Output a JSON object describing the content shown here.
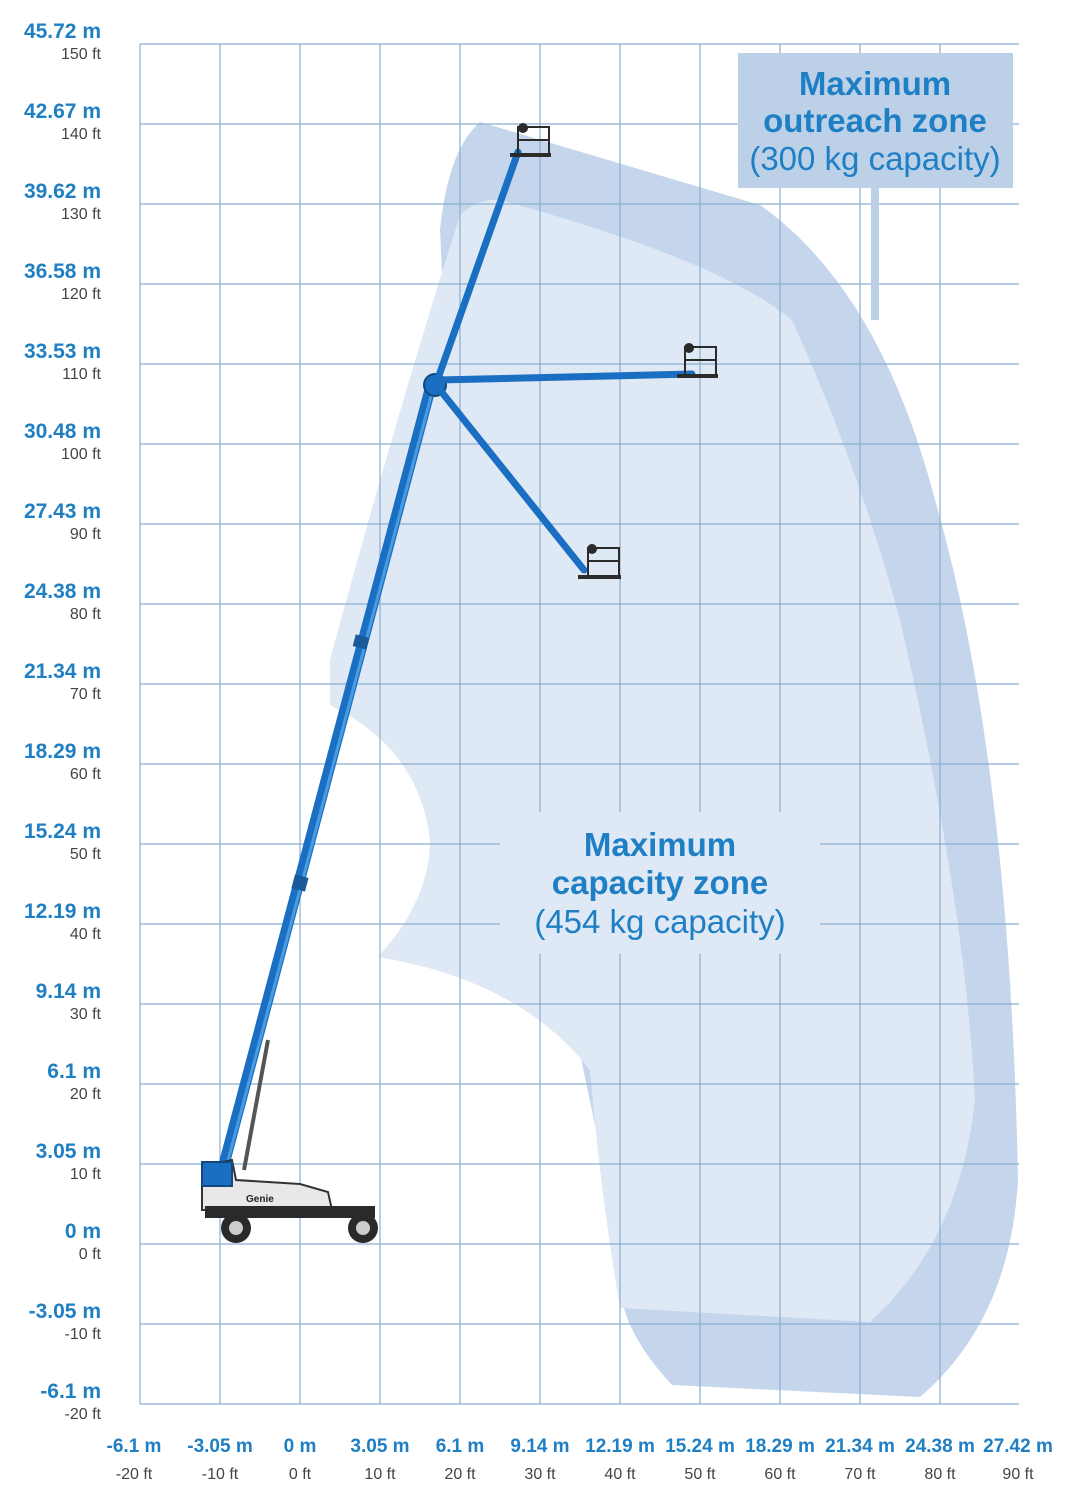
{
  "y_axis_labels": [
    {
      "m": "45.72 m",
      "ft": "150 ft"
    },
    {
      "m": "42.67 m",
      "ft": "140 ft"
    },
    {
      "m": "39.62 m",
      "ft": "130 ft"
    },
    {
      "m": "36.58 m",
      "ft": "120 ft"
    },
    {
      "m": "33.53 m",
      "ft": "110 ft"
    },
    {
      "m": "30.48 m",
      "ft": "100 ft"
    },
    {
      "m": "27.43 m",
      "ft": "90 ft"
    },
    {
      "m": "24.38 m",
      "ft": "80 ft"
    },
    {
      "m": "21.34 m",
      "ft": "70 ft"
    },
    {
      "m": "18.29 m",
      "ft": "60 ft"
    },
    {
      "m": "15.24 m",
      "ft": "50 ft"
    },
    {
      "m": "12.19 m",
      "ft": "40 ft"
    },
    {
      "m": "9.14 m",
      "ft": "30 ft"
    },
    {
      "m": "6.1 m",
      "ft": "20 ft"
    },
    {
      "m": "3.05 m",
      "ft": "10 ft"
    },
    {
      "m": "0 m",
      "ft": "0 ft"
    },
    {
      "m": "-3.05 m",
      "ft": "-10 ft"
    },
    {
      "m": "-6.1 m",
      "ft": "-20 ft"
    }
  ],
  "x_axis_labels": [
    {
      "m": "-6.1 m",
      "ft": "-20 ft"
    },
    {
      "m": "-3.05 m",
      "ft": "-10 ft"
    },
    {
      "m": "0 m",
      "ft": "0 ft"
    },
    {
      "m": "3.05 m",
      "ft": "10 ft"
    },
    {
      "m": "6.1 m",
      "ft": "20 ft"
    },
    {
      "m": "9.14 m",
      "ft": "30 ft"
    },
    {
      "m": "12.19 m",
      "ft": "40 ft"
    },
    {
      "m": "15.24 m",
      "ft": "50 ft"
    },
    {
      "m": "18.29 m",
      "ft": "60 ft"
    },
    {
      "m": "21.34 m",
      "ft": "70 ft"
    },
    {
      "m": "24.38 m",
      "ft": "80 ft"
    },
    {
      "m": "27.42 m",
      "ft": "90 ft"
    }
  ],
  "outreach_zone": {
    "title_line1": "Maximum",
    "title_line2": "outreach zone",
    "capacity": "(300 kg capacity)"
  },
  "capacity_zone": {
    "title_line1": "Maximum",
    "title_line2": "capacity zone",
    "capacity": "(454 kg capacity)"
  },
  "brand_decal": "Genie",
  "colors": {
    "grid": "#8aaed0",
    "outreach_fill": "#c5d6ec",
    "capacity_fill": "#dfe8f5",
    "boom": "#1a6fc2",
    "label_blue": "#1f7fc4"
  }
}
